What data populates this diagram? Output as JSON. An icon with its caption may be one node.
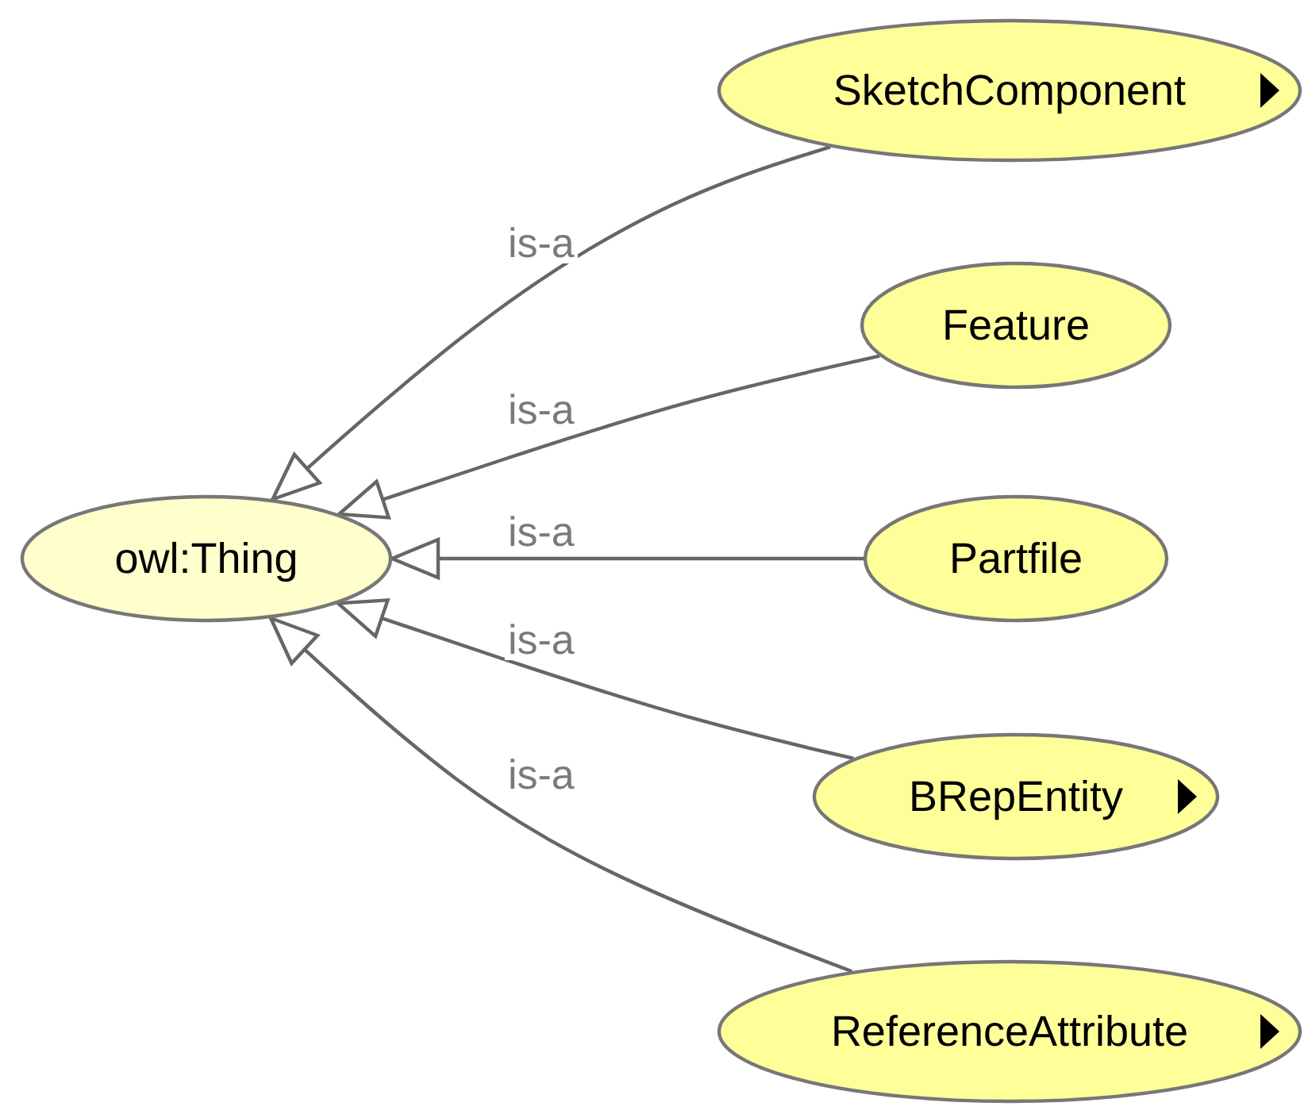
{
  "diagram": {
    "nodes": [
      {
        "text": [
          "owl:Thing"
        ]
      },
      {
        "text": [
          "SketchComponent"
        ]
      },
      {
        "text": [
          "Feature"
        ]
      },
      {
        "text": [
          "Partfile"
        ]
      },
      {
        "text": [
          "BRepEntity"
        ]
      },
      {
        "text": [
          "ReferenceAttribute"
        ]
      }
    ],
    "edges": [
      {
        "from": 1,
        "to": 0,
        "arrow": "to",
        "label": "is-a"
      },
      {
        "from": 2,
        "to": 0,
        "arrow": "to",
        "label": "is-a"
      },
      {
        "from": 3,
        "to": 0,
        "arrow": "to",
        "label": "is-a"
      },
      {
        "from": 4,
        "to": 0,
        "arrow": "to",
        "label": "is-a"
      },
      {
        "from": 5,
        "to": 0,
        "arrow": "to",
        "label": "is-a"
      }
    ]
  }
}
